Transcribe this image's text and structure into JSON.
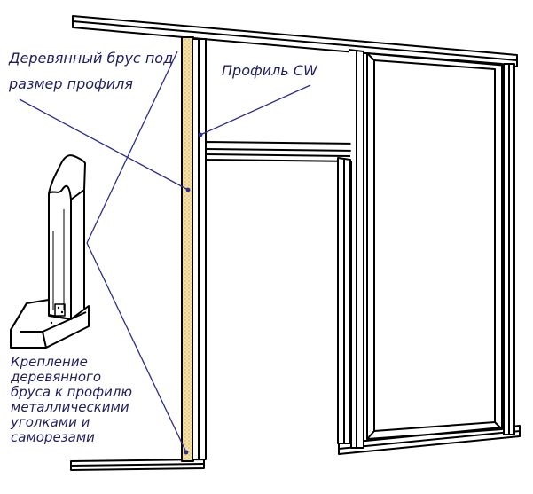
{
  "labels": {
    "wood_bar_line1": "Деревянный брус под",
    "wood_bar_line2": "размер профиля",
    "cw_profile": "Профиль CW",
    "fixing_lines": [
      "Крепление",
      "деревянного",
      "бруса к профилю",
      "металлическими",
      "уголками и",
      "саморезами"
    ]
  },
  "colors": {
    "outline": "#000000",
    "leader_line": "#2c2c8c",
    "wood_fill": "#f3e2ad",
    "wood_dots": "#c9a24c",
    "text": "#1e1e60"
  }
}
